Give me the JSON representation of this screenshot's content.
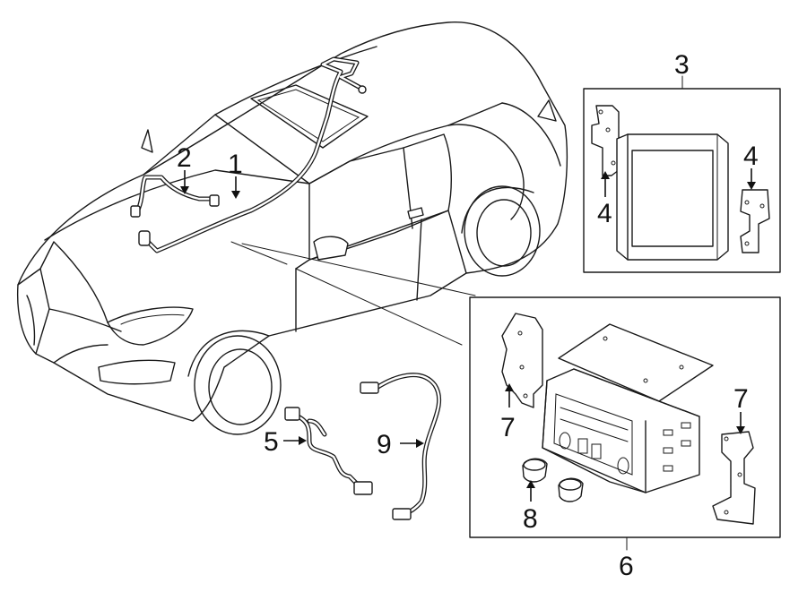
{
  "callouts": {
    "c1": "1",
    "c2": "2",
    "c3": "3",
    "c4a": "4",
    "c4b": "4",
    "c5": "5",
    "c6": "6",
    "c7a": "7",
    "c7b": "7",
    "c8": "8",
    "c9": "9"
  },
  "colors": {
    "line": "#1a1a1a",
    "background": "#ffffff"
  }
}
